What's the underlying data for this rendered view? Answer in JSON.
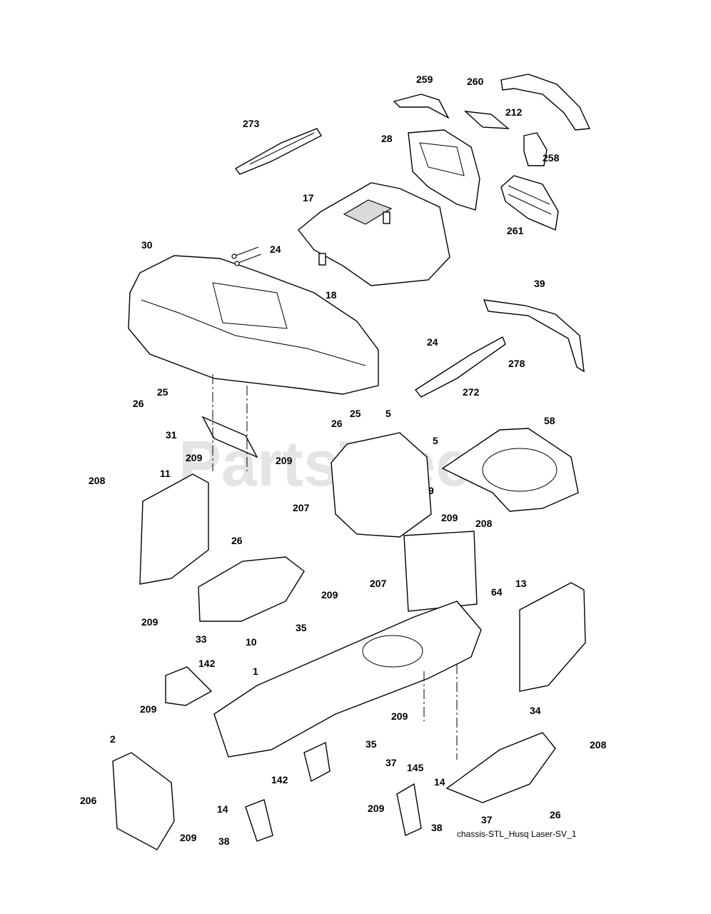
{
  "watermark": "PartsTree",
  "caption": "chassis-STL_Husq Laser-SV_1",
  "callouts": [
    "259",
    "260",
    "212",
    "273",
    "28",
    "258",
    "17",
    "261",
    "30",
    "24",
    "39",
    "18",
    "24",
    "278",
    "272",
    "26",
    "25",
    "26",
    "25",
    "5",
    "31",
    "209",
    "5",
    "58",
    "209",
    "208",
    "11",
    "9",
    "207",
    "209",
    "208",
    "26",
    "207",
    "64",
    "209",
    "13",
    "35",
    "33",
    "10",
    "209",
    "142",
    "1",
    "209",
    "34",
    "2",
    "35",
    "209",
    "37",
    "145",
    "208",
    "142",
    "14",
    "206",
    "14",
    "209",
    "26",
    "37",
    "38",
    "209",
    "38"
  ]
}
